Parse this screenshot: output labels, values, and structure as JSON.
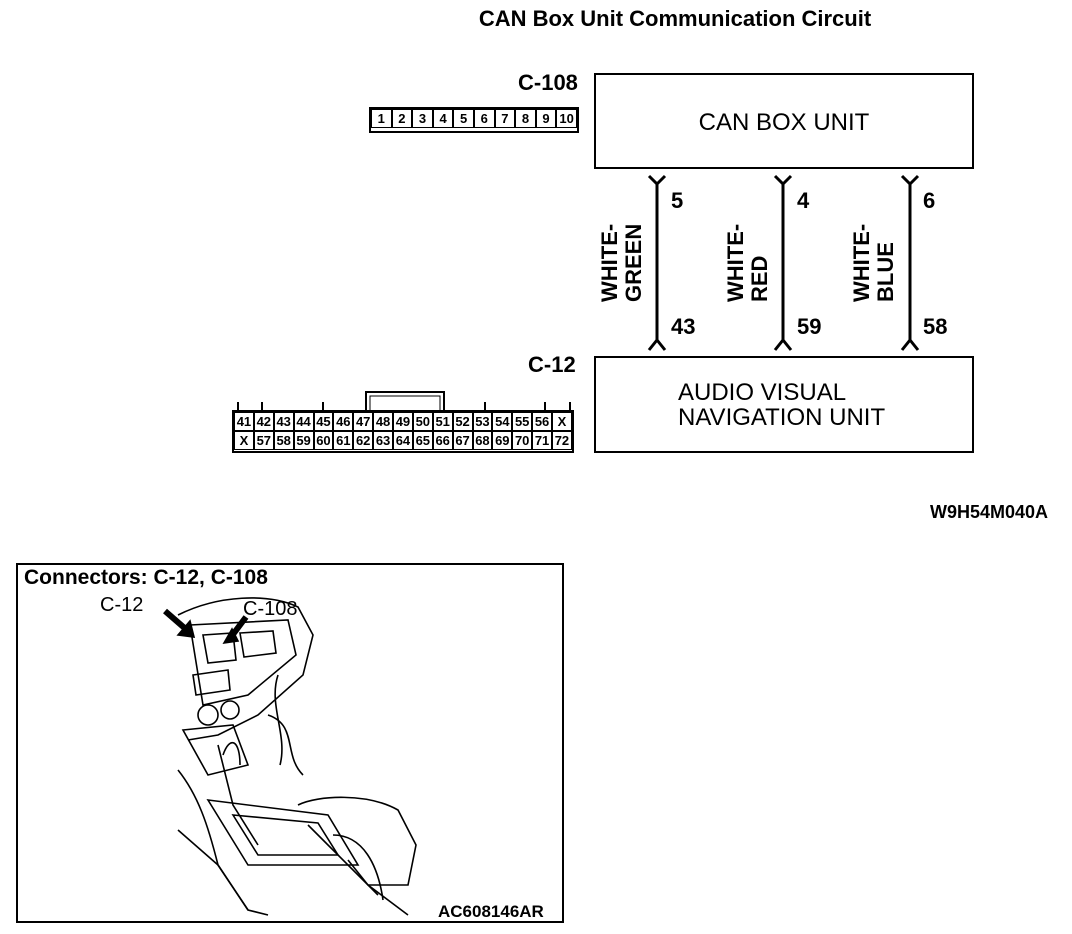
{
  "title": "CAN Box Unit Communication Circuit",
  "connector_top": {
    "label": "C-108",
    "pins": [
      "1",
      "2",
      "3",
      "4",
      "5",
      "6",
      "7",
      "8",
      "9",
      "10"
    ]
  },
  "connector_bottom": {
    "label": "C-12",
    "row1": [
      "41",
      "42",
      "43",
      "44",
      "45",
      "46",
      "47",
      "48",
      "49",
      "50",
      "51",
      "52",
      "53",
      "54",
      "55",
      "56",
      "X"
    ],
    "row2": [
      "X",
      "57",
      "58",
      "59",
      "60",
      "61",
      "62",
      "63",
      "64",
      "65",
      "66",
      "67",
      "68",
      "69",
      "70",
      "71",
      "72"
    ]
  },
  "can_box": {
    "label": "CAN BOX UNIT"
  },
  "av_unit": {
    "line1": "AUDIO VISUAL",
    "line2": "NAVIGATION UNIT"
  },
  "wires": [
    {
      "color_line1": "WHITE-",
      "color_line2": "GREEN",
      "top_pin": "5",
      "bottom_pin": "43"
    },
    {
      "color_line1": "WHITE-",
      "color_line2": "RED",
      "top_pin": "4",
      "bottom_pin": "59"
    },
    {
      "color_line1": "WHITE-",
      "color_line2": "BLUE",
      "top_pin": "6",
      "bottom_pin": "58"
    }
  ],
  "diagram_code": "W9H54M040A",
  "photo": {
    "title": "Connectors: C-12, C-108",
    "callout_c12": "C-12",
    "callout_c108": "C-108",
    "code": "AC608146AR"
  }
}
